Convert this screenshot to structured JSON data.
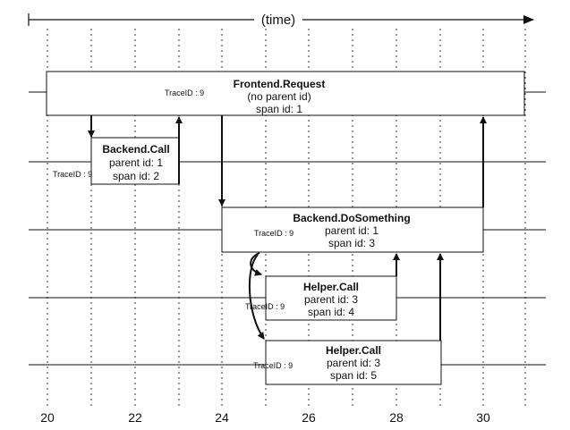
{
  "axis": {
    "label": "(time)",
    "ticks": [
      "20",
      "22",
      "24",
      "26",
      "28",
      "30"
    ]
  },
  "spans": {
    "frontend_request": {
      "title": "Frontend.Request",
      "parent": "(no parent id)",
      "span": "span id: 1",
      "trace": "TraceID : 9"
    },
    "backend_call": {
      "title": "Backend.Call",
      "parent": "parent id: 1",
      "span": "span id: 2",
      "trace": "TraceID : 9"
    },
    "backend_dosomething": {
      "title": "Backend.DoSomething",
      "parent": "parent id: 1",
      "span": "span id: 3",
      "trace": "TraceID : 9"
    },
    "helper_call_1": {
      "title": "Helper.Call",
      "parent": "parent id: 3",
      "span": "span id: 4",
      "trace": "TraceID : 9"
    },
    "helper_call_2": {
      "title": "Helper.Call",
      "parent": "parent id: 3",
      "span": "span id: 5",
      "trace": "TraceID : 9"
    }
  }
}
